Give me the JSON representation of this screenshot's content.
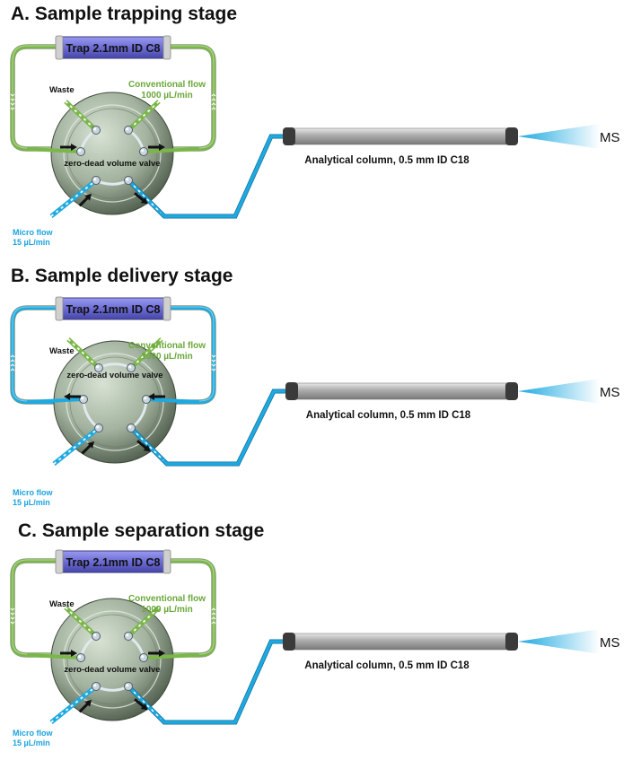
{
  "figure": {
    "panels": [
      {
        "id": "A",
        "title": "A. Sample trapping stage",
        "loop_color": "#7ab648",
        "trap_label": "Trap 2.1mm ID C8",
        "waste_label": "Waste",
        "conventional_flow_label": "Conventional flow",
        "conventional_flow_rate": "1000 µL/min",
        "valve_label": "zero-dead volume valve",
        "micro_flow_label": "Micro flow",
        "micro_flow_rate": "15 µL/min",
        "column_label": "Analytical column, 0.5 mm ID C18",
        "detector_label": "MS",
        "side_arrows": "inward"
      },
      {
        "id": "B",
        "title": "B. Sample delivery stage",
        "loop_color": "#1ea9e1",
        "trap_label": "Trap 2.1mm ID C8",
        "waste_label": "Waste",
        "conventional_flow_label": "Conventional flow",
        "conventional_flow_rate": "1000 µL/min",
        "valve_label": "zero-dead volume valve",
        "micro_flow_label": "Micro flow",
        "micro_flow_rate": "15 µL/min",
        "column_label": "Analytical column, 0.5 mm ID C18",
        "detector_label": "MS",
        "side_arrows": "outward"
      },
      {
        "id": "C",
        "title": "C. Sample separation stage",
        "loop_color": "#7ab648",
        "trap_label": "Trap 2.1mm ID C8",
        "waste_label": "Waste",
        "conventional_flow_label": "Conventional flow",
        "conventional_flow_rate": "1000 µL/min",
        "valve_label": "zero-dead volume valve",
        "micro_flow_label": "Micro flow",
        "micro_flow_rate": "15 µL/min",
        "column_label": "Analytical column, 0.5 mm ID C18",
        "detector_label": "MS",
        "side_arrows": "inward"
      }
    ],
    "colors": {
      "green_flow": "#7ab648",
      "blue_flow": "#1ea9e1",
      "trap_fill": "#6f6fd6",
      "valve_fill": "#a9b8a6",
      "column_fill": "#a9a9a9",
      "column_cap": "#3a3a3a",
      "conventional_text": "#6aa83a",
      "micro_text": "#1aa3de"
    }
  }
}
